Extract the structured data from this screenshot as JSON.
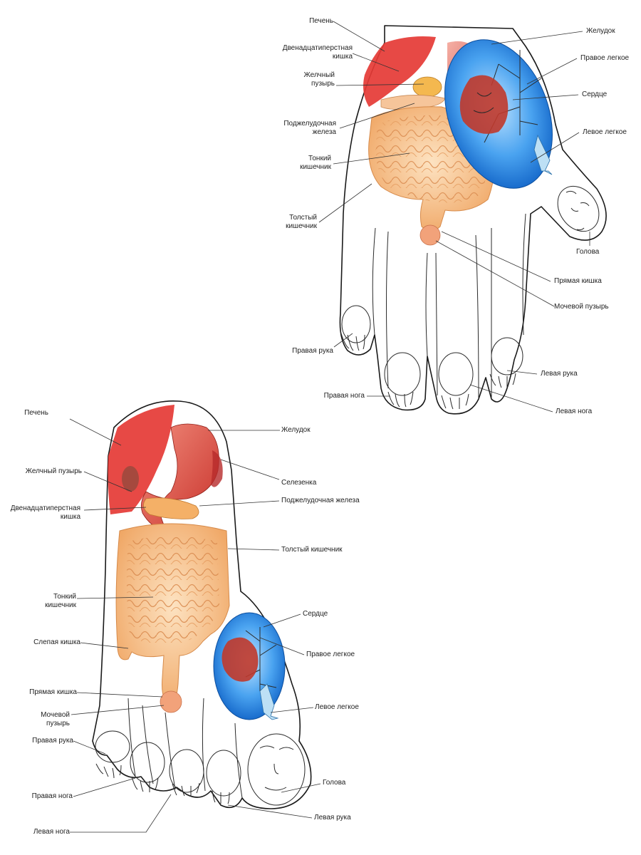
{
  "colors": {
    "liver": "#e53935",
    "stomach": "#d9443a",
    "intestine": "#f3b37a",
    "lung": "#1e7bd8",
    "heart": "#c0392b",
    "skin": "#fdf7dc"
  },
  "hand": {
    "labels": {
      "liver": "Печень",
      "duodenum": "Двенадцатиперстная\nкишка",
      "gallbladder": "Желчный\nпузырь",
      "pancreas": "Поджелудочная\nжелеза",
      "small_intestine": "Тонкий\nкишечник",
      "large_intestine": "Толстый\nкишечник",
      "right_hand": "Правая рука",
      "right_leg": "Правая нога",
      "stomach": "Желудок",
      "right_lung": "Правое легкое",
      "heart": "Сердце",
      "left_lung": "Левое легкое",
      "head": "Голова",
      "rectum": "Прямая кишка",
      "bladder": "Мочевой пузырь",
      "left_hand": "Левая рука",
      "left_leg": "Левая нога"
    }
  },
  "foot": {
    "labels": {
      "liver": "Печень",
      "gallbladder": "Желчный пузырь",
      "duodenum": "Двенадцатиперстная\nкишка",
      "small_intestine": "Тонкий\nкишечник",
      "cecum": "Слепая кишка",
      "rectum": "Прямая кишка",
      "bladder": "Мочевой\nпузырь",
      "right_hand": "Правая рука",
      "right_leg": "Правая нога",
      "left_leg": "Левая нога",
      "stomach": "Желудок",
      "spleen": "Селезенка",
      "pancreas": "Поджелудочная железа",
      "large_intestine": "Толстый кишечник",
      "heart": "Сердце",
      "right_lung": "Правое легкое",
      "left_lung": "Левое легкое",
      "head": "Голова",
      "left_hand": "Левая рука"
    }
  }
}
